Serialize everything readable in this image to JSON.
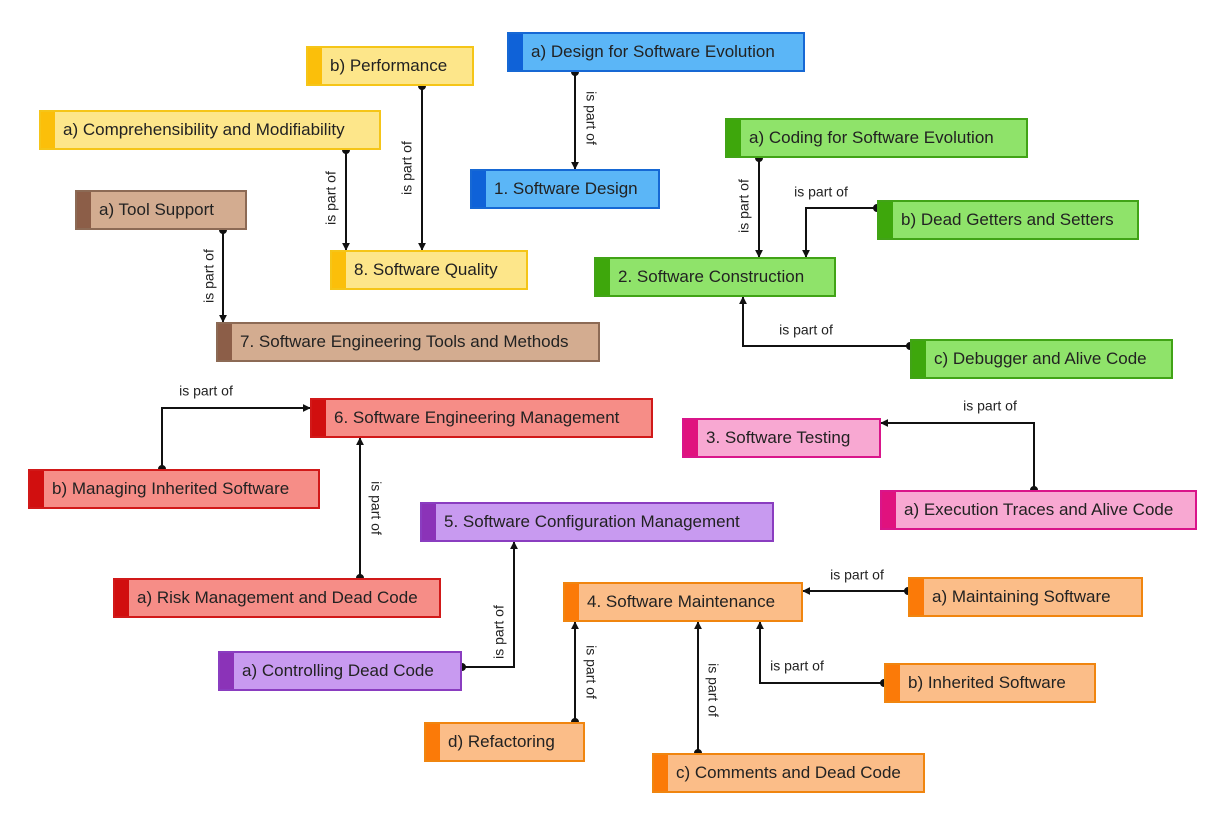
{
  "edge_label": "is part of",
  "nodes": {
    "a_design_evolution": {
      "label": "a) Design for Software Evolution",
      "color": "blue"
    },
    "software_design": {
      "label": "1. Software Design",
      "color": "blue"
    },
    "b_performance": {
      "label": "b) Performance",
      "color": "yellow"
    },
    "a_comprehensibility": {
      "label": "a) Comprehensibility and Modifiability",
      "color": "yellow"
    },
    "software_quality": {
      "label": "8. Software Quality",
      "color": "yellow"
    },
    "a_tool_support": {
      "label": "a) Tool Support",
      "color": "brown"
    },
    "tools_methods": {
      "label": "7. Software Engineering Tools and Methods",
      "color": "brown"
    },
    "a_coding_evolution": {
      "label": "a) Coding for Software Evolution",
      "color": "green"
    },
    "b_dead_getters": {
      "label": "b) Dead Getters and Setters",
      "color": "green"
    },
    "software_construction": {
      "label": "2. Software Construction",
      "color": "green"
    },
    "c_debugger": {
      "label": "c) Debugger and Alive Code",
      "color": "green"
    },
    "eng_management": {
      "label": "6. Software Engineering Management",
      "color": "red"
    },
    "b_managing_inherited": {
      "label": "b) Managing Inherited Software",
      "color": "red"
    },
    "a_risk_management": {
      "label": "a) Risk Management and Dead Code",
      "color": "red"
    },
    "software_testing": {
      "label": "3. Software Testing",
      "color": "pink"
    },
    "a_execution_traces": {
      "label": "a) Execution Traces and Alive Code",
      "color": "pink"
    },
    "config_management": {
      "label": "5. Software Configuration Management",
      "color": "purple"
    },
    "a_controlling_dead": {
      "label": "a) Controlling Dead Code",
      "color": "purple"
    },
    "software_maintenance": {
      "label": "4. Software Maintenance",
      "color": "orange"
    },
    "a_maintaining": {
      "label": "a) Maintaining Software",
      "color": "orange"
    },
    "b_inherited": {
      "label": "b) Inherited Software",
      "color": "orange"
    },
    "d_refactoring": {
      "label": "d) Refactoring",
      "color": "orange"
    },
    "c_comments": {
      "label": "c) Comments and Dead Code",
      "color": "orange"
    }
  },
  "edges": [
    {
      "from": "a_design_evolution",
      "to": "software_design",
      "label": "is part of"
    },
    {
      "from": "a_comprehensibility",
      "to": "software_quality",
      "label": "is part of"
    },
    {
      "from": "b_performance",
      "to": "software_quality",
      "label": "is part of"
    },
    {
      "from": "a_tool_support",
      "to": "tools_methods",
      "label": "is part of"
    },
    {
      "from": "a_coding_evolution",
      "to": "software_construction",
      "label": "is part of"
    },
    {
      "from": "b_dead_getters",
      "to": "software_construction",
      "label": "is part of"
    },
    {
      "from": "c_debugger",
      "to": "software_construction",
      "label": "is part of"
    },
    {
      "from": "b_managing_inherited",
      "to": "eng_management",
      "label": "is part of"
    },
    {
      "from": "a_risk_management",
      "to": "eng_management",
      "label": "is part of"
    },
    {
      "from": "a_execution_traces",
      "to": "software_testing",
      "label": "is part of"
    },
    {
      "from": "a_controlling_dead",
      "to": "config_management",
      "label": "is part of"
    },
    {
      "from": "a_maintaining",
      "to": "software_maintenance",
      "label": "is part of"
    },
    {
      "from": "b_inherited",
      "to": "software_maintenance",
      "label": "is part of"
    },
    {
      "from": "d_refactoring",
      "to": "software_maintenance",
      "label": "is part of"
    },
    {
      "from": "c_comments",
      "to": "software_maintenance",
      "label": "is part of"
    }
  ],
  "colors": {
    "blue": {
      "fill": "#5bb6f7",
      "border": "#1668d4",
      "bar": "#0f62d8"
    },
    "yellow": {
      "fill": "#fde68a",
      "border": "#f5c518",
      "bar": "#fbbf0a"
    },
    "brown": {
      "fill": "#d3ac90",
      "border": "#8c6a55",
      "bar": "#8c5e48"
    },
    "green": {
      "fill": "#8fe36a",
      "border": "#41a316",
      "bar": "#3ea70c"
    },
    "red": {
      "fill": "#f68d87",
      "border": "#d11919",
      "bar": "#d10f0f"
    },
    "pink": {
      "fill": "#f8a8d2",
      "border": "#d9158a",
      "bar": "#e0127e"
    },
    "purple": {
      "fill": "#c89af0",
      "border": "#8a3dc0",
      "bar": "#8b33b8"
    },
    "orange": {
      "fill": "#fbbd88",
      "border": "#f0850f",
      "bar": "#fb7a08"
    }
  }
}
